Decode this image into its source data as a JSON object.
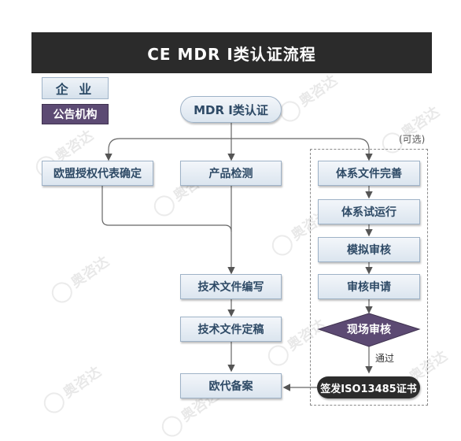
{
  "title": "CE MDR Ⅰ类认证流程",
  "legend": {
    "company": "企 业",
    "notified_body": "公告机构"
  },
  "start": "MDR Ⅰ类认证",
  "left_column": {
    "representative": "欧盟授权代表确定"
  },
  "center_column": {
    "product_testing": "产品检测",
    "tech_doc_writing": "技术文件编写",
    "tech_doc_finalize": "技术文件定稿",
    "eu_registration": "欧代备案"
  },
  "right_column": {
    "optional": "(可选)",
    "system_docs": "体系文件完善",
    "system_trial": "体系试运行",
    "mock_audit": "模拟审核",
    "audit_application": "审核申请",
    "onsite_audit": "现场审核",
    "passed": "通过",
    "certificate": "签发ISO13485证书"
  },
  "watermark": "奥咨达"
}
